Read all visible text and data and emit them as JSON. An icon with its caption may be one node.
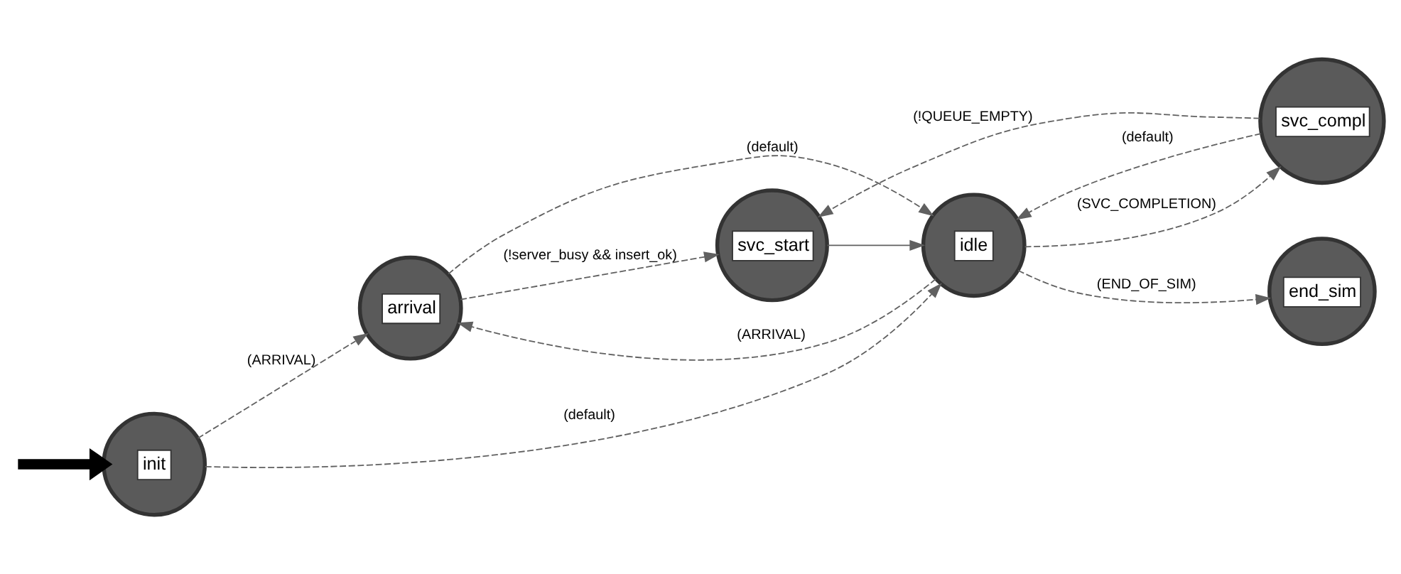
{
  "diagram": {
    "nodes": [
      {
        "text": [
          "init"
        ]
      },
      {
        "text": [
          "arrival"
        ]
      },
      {
        "text": [
          "svc_start"
        ]
      },
      {
        "text": [
          "svc_compl"
        ]
      },
      {
        "text": [
          "idle"
        ]
      },
      {
        "text": [
          "end_sim"
        ]
      }
    ],
    "edges": [
      {
        "from": null,
        "to": 0,
        "arrow": "to",
        "style": "thick",
        "color": "#000000"
      },
      {
        "from": 0,
        "to": 1,
        "arrow": "to",
        "label": "(ARRIVAL)",
        "style": "dashed"
      },
      {
        "from": 1,
        "to": 2,
        "arrow": "to",
        "label": "(!server_busy && insert_ok)",
        "style": "dashed"
      },
      {
        "from": 3,
        "to": 2,
        "arrow": "to",
        "label": "(!QUEUE_EMPTY)",
        "style": "dashed"
      },
      {
        "from": 1,
        "to": 4,
        "arrow": "to",
        "label": "(default)",
        "style": "dashed"
      },
      {
        "from": 4,
        "to": 1,
        "arrow": "to",
        "label": "(ARRIVAL)",
        "style": "dashed"
      },
      {
        "from": 2,
        "to": 4,
        "arrow": "to"
      },
      {
        "from": 3,
        "to": 4,
        "arrow": "to",
        "label": "(default)",
        "style": "dashed"
      },
      {
        "from": 4,
        "to": 3,
        "arrow": "to",
        "label": "(SVC_COMPLETION)",
        "style": "dashed"
      },
      {
        "from": 0,
        "to": 4,
        "arrow": "to",
        "label": "(default)",
        "style": "dashed"
      },
      {
        "from": 4,
        "to": 5,
        "arrow": "to",
        "label": "(END_OF_SIM)",
        "style": "dashed"
      }
    ]
  }
}
